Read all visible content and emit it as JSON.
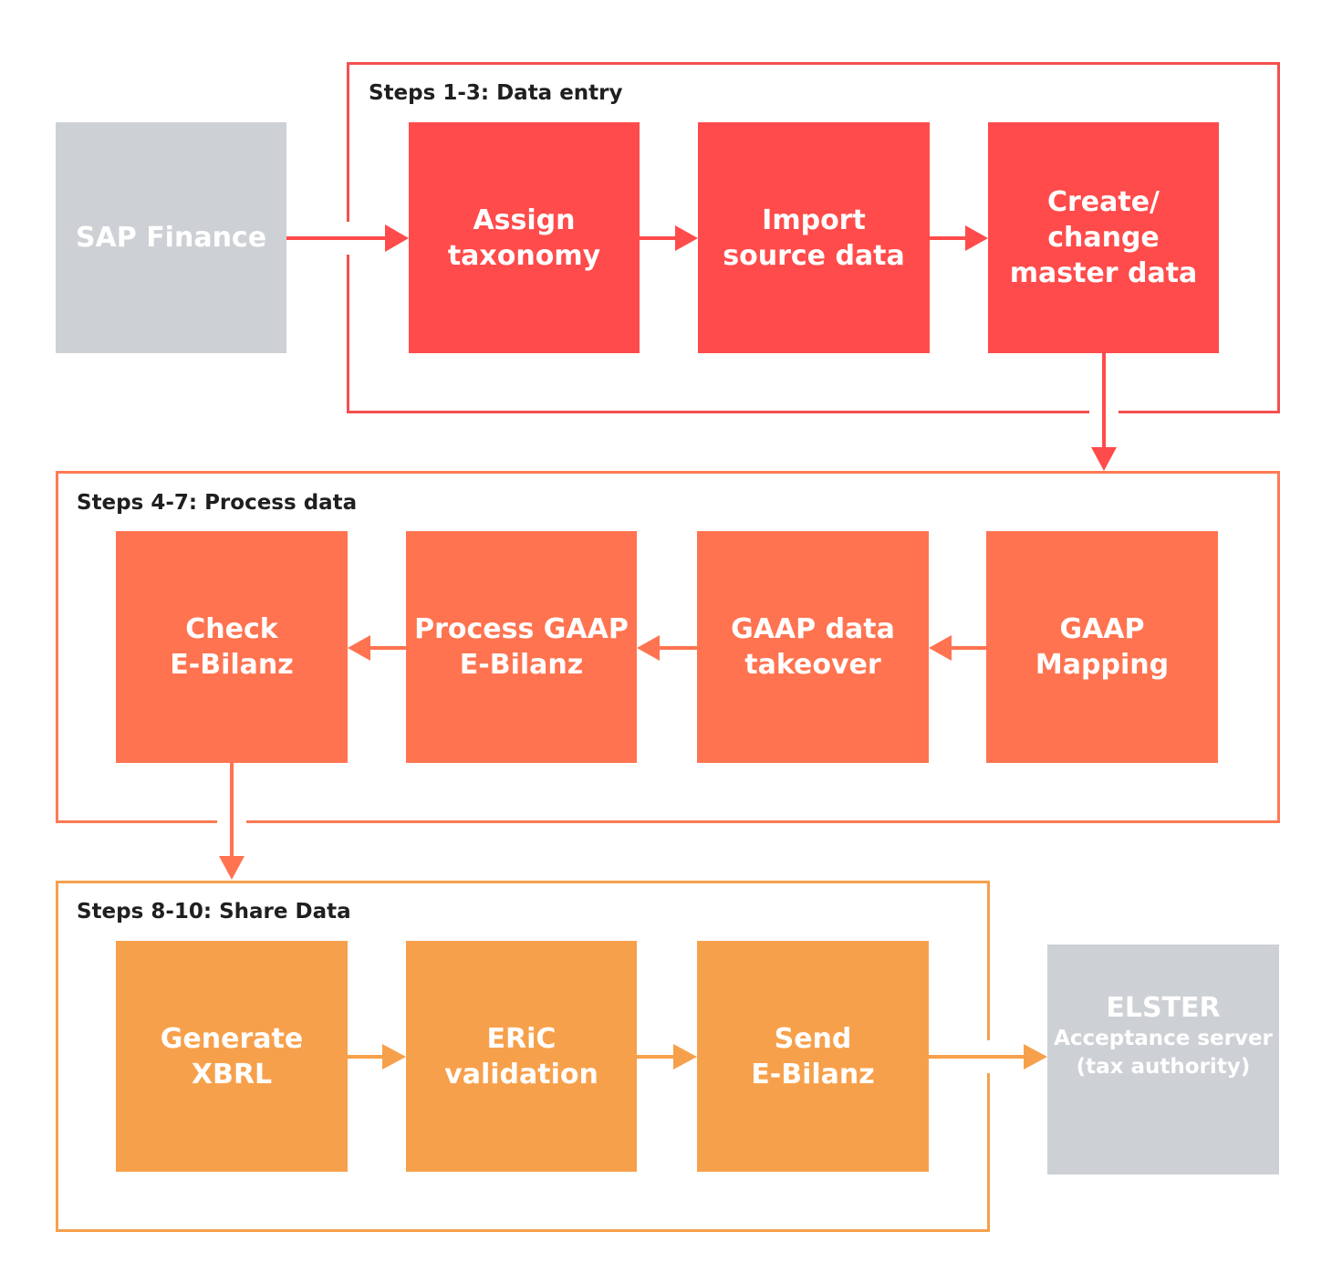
{
  "colors": {
    "external": "#cdd0d4",
    "stage1": "#ff4b4b",
    "stage1_frame": "#f4504f",
    "stage2": "#ff7350",
    "stage2_frame": "#ff7a55",
    "stage3": "#f7a04b",
    "stage3_frame": "#f5a04c"
  },
  "source": {
    "label": "SAP Finance"
  },
  "stages": [
    {
      "title": "Steps 1-3: Data entry",
      "steps": [
        "Assign\ntaxonomy",
        "Import\nsource data",
        "Create/\nchange\nmaster data"
      ]
    },
    {
      "title": "Steps 4-7: Process data",
      "steps": [
        "Check\nE-Bilanz",
        "Process GAAP\nE-Bilanz",
        "GAAP data\ntakeover",
        "GAAP\nMapping"
      ]
    },
    {
      "title": "Steps 8-10: Share Data",
      "steps": [
        "Generate\nXBRL",
        "ERiC\nvalidation",
        "Send\nE-Bilanz"
      ]
    }
  ],
  "destination": {
    "title": "ELSTER",
    "subtitle": "Acceptance server\n(tax authority)"
  }
}
